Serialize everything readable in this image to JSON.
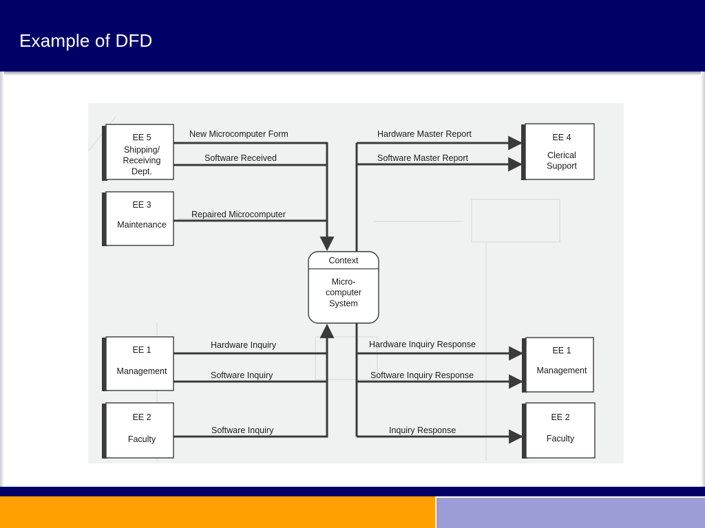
{
  "slide": {
    "title": "Example of DFD"
  },
  "diagram": {
    "background_color": "#f0f2f1",
    "ink_color": "#3a3a3a",
    "entities": {
      "ee5": {
        "id": "EE 5",
        "name": "Shipping/\nReceiving\nDept."
      },
      "ee3": {
        "id": "EE 3",
        "name": "Maintenance"
      },
      "ee1_left": {
        "id": "EE 1",
        "name": "Management"
      },
      "ee2_left": {
        "id": "EE 2",
        "name": "Faculty"
      },
      "ee4": {
        "id": "EE 4",
        "name": "Clerical\nSupport"
      },
      "ee1_right": {
        "id": "EE 1",
        "name": "Management"
      },
      "ee2_right": {
        "id": "EE 2",
        "name": "Faculty"
      }
    },
    "process": {
      "label": "Context",
      "name": "Micro-\ncomputer\nSystem"
    },
    "flows": {
      "new_microcomputer_form": "New Microcomputer Form",
      "software_received": "Software Received",
      "repaired_microcomputer": "Repaired Microcomputer",
      "hardware_inquiry": "Hardware Inquiry",
      "software_inquiry_mgmt": "Software Inquiry",
      "software_inquiry_faculty": "Software Inquiry",
      "hardware_master_report": "Hardware Master Report",
      "software_master_report": "Software Master Report",
      "hardware_inquiry_response": "Hardware Inquiry Response",
      "software_inquiry_response": "Software Inquiry Response",
      "inquiry_response": "Inquiry Response"
    }
  }
}
